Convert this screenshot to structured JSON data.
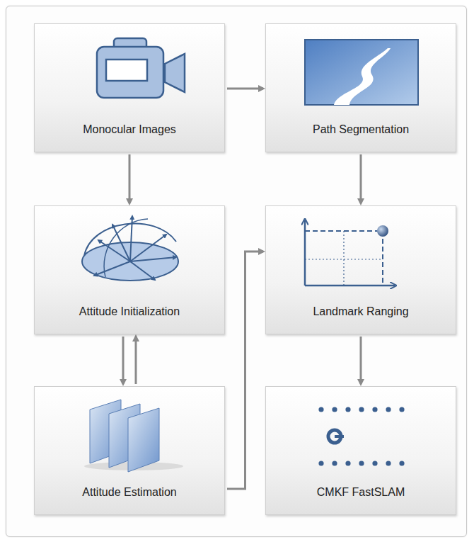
{
  "diagram": {
    "nodes": [
      {
        "text": [
          "Monocular Images"
        ]
      },
      {
        "text": [
          "Path Segmentation"
        ]
      },
      {
        "text": [
          "Attitude Initialization"
        ]
      },
      {
        "text": [
          "Landmark Ranging"
        ]
      },
      {
        "text": [
          "Attitude Estimation"
        ]
      },
      {
        "text": [
          "CMKF FastSLAM"
        ]
      }
    ],
    "edges": [
      {
        "from": 0,
        "to": 1,
        "arrow": "to"
      },
      {
        "from": 0,
        "to": 2,
        "arrow": "to"
      },
      {
        "from": 1,
        "to": 3,
        "arrow": "to"
      },
      {
        "from": 2,
        "to": 4,
        "arrow": "to"
      },
      {
        "from": 4,
        "to": 2,
        "arrow": "to"
      },
      {
        "from": 4,
        "to": 3,
        "arrow": "to"
      },
      {
        "from": 3,
        "to": 5,
        "arrow": "to"
      }
    ]
  }
}
